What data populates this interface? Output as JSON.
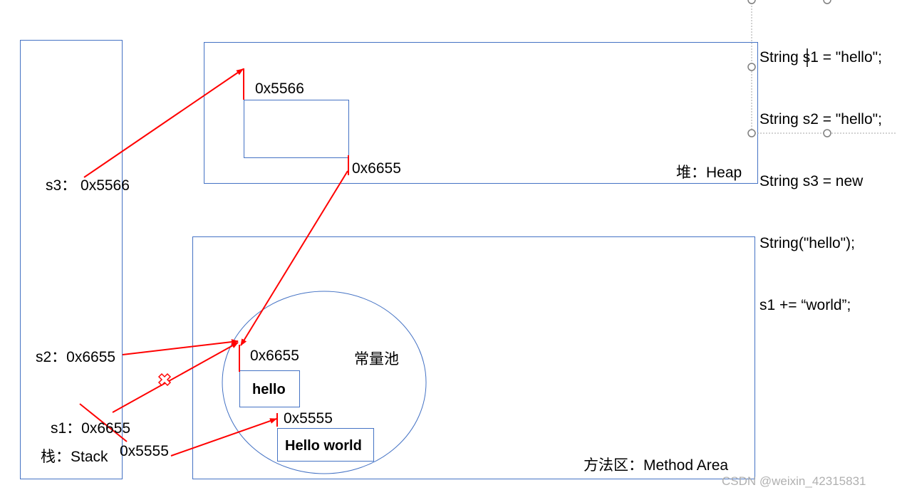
{
  "code_lines": [
    "String s1 = \"hello\";",
    "String s2 = \"hello\";",
    "String s3 = new",
    "String(\"hello\");",
    "s1 += “world”;"
  ],
  "stack": {
    "title": "栈：Stack",
    "s3": "s3： 0x5566",
    "s2": "s2：0x6655",
    "s1": "s1：0x6655",
    "s1_new": "0x5555"
  },
  "heap": {
    "title": "堆：Heap",
    "object_addr": "0x5566",
    "object_value": "0x6655"
  },
  "method_area": {
    "title": "方法区：Method Area",
    "pool_title": "常量池",
    "hello_addr": "0x6655",
    "hello_value": "hello",
    "hello_world_addr": "0x5555",
    "hello_world_value": "Hello world"
  },
  "watermark": "CSDN @weixin_42315831",
  "colors": {
    "arrow": "#ff0000",
    "border": "#4472c4",
    "handle": "#7f7f7f"
  }
}
